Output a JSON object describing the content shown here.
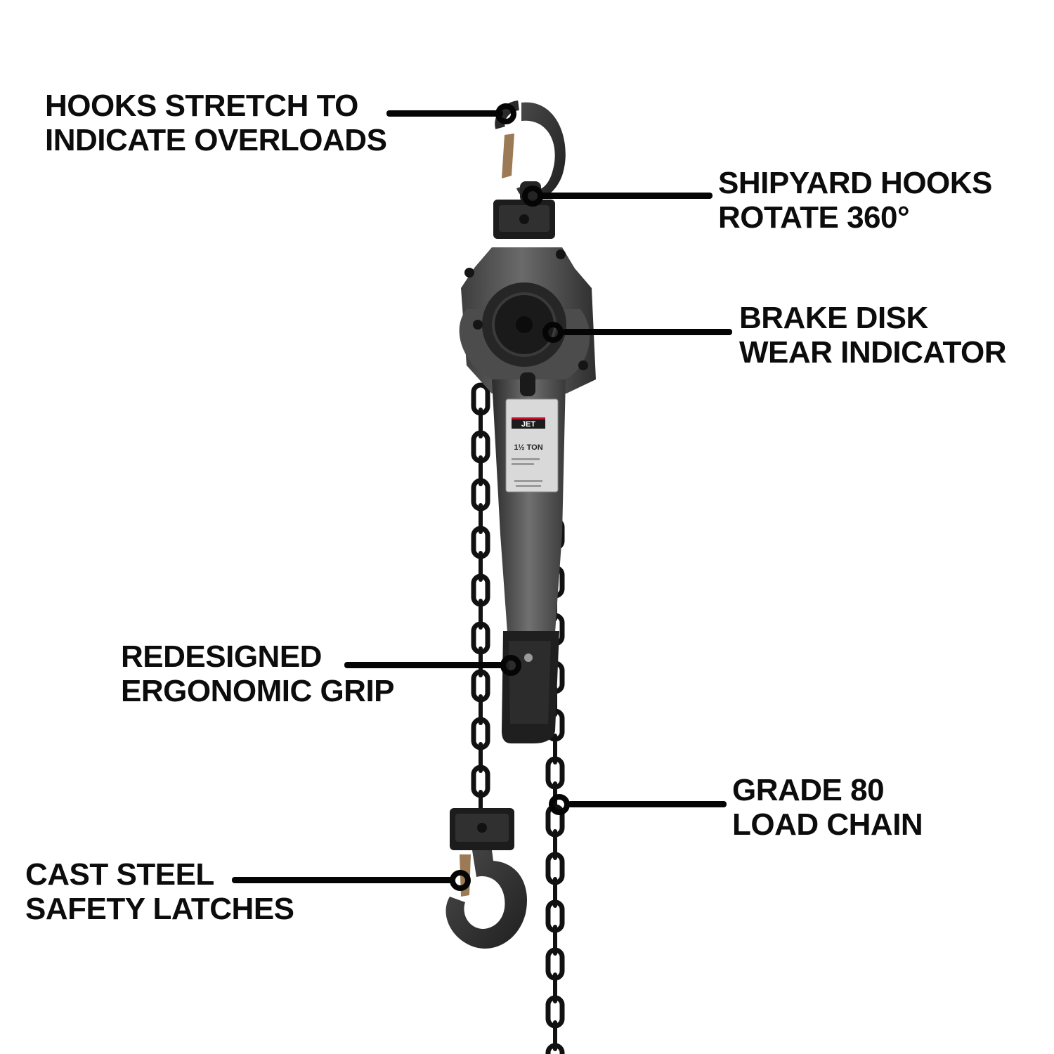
{
  "product": {
    "brand": "JET",
    "capacity": "1½ TON"
  },
  "callouts": {
    "hooks_stretch": {
      "line1": "HOOKS STRETCH TO",
      "line2": "INDICATE OVERLOADS"
    },
    "shipyard_hooks": {
      "line1": "SHIPYARD HOOKS",
      "line2": "ROTATE 360°"
    },
    "brake_disk": {
      "line1": "BRAKE DISK",
      "line2": "WEAR INDICATOR"
    },
    "grip": {
      "line1": "REDESIGNED",
      "line2": "ERGONOMIC GRIP"
    },
    "load_chain": {
      "line1": "GRADE 80",
      "line2": "LOAD CHAIN"
    },
    "latches": {
      "line1": "CAST STEEL",
      "line2": "SAFETY LATCHES"
    }
  },
  "colors": {
    "background": "#ffffff",
    "text": "#0c0c0c",
    "body_gray": "#5e5e5e",
    "chain": "#111111",
    "latch": "#9b7a55"
  }
}
